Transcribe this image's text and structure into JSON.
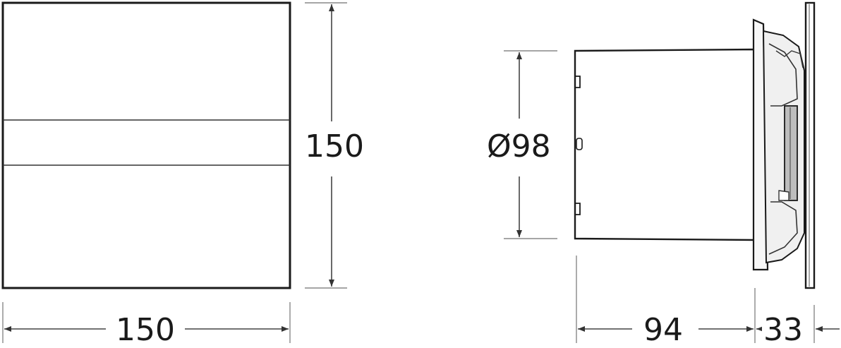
{
  "dimensions": {
    "front_width": "150",
    "front_height": "150",
    "duct_diameter": "Ø98",
    "body_depth": "94",
    "grille_depth": "33"
  },
  "colors": {
    "line": "#1a1a1a",
    "dim_line": "#444444",
    "ext_line": "#888888",
    "fill_light": "#f7f7f7",
    "fill_mid": "#bdbdbd"
  }
}
